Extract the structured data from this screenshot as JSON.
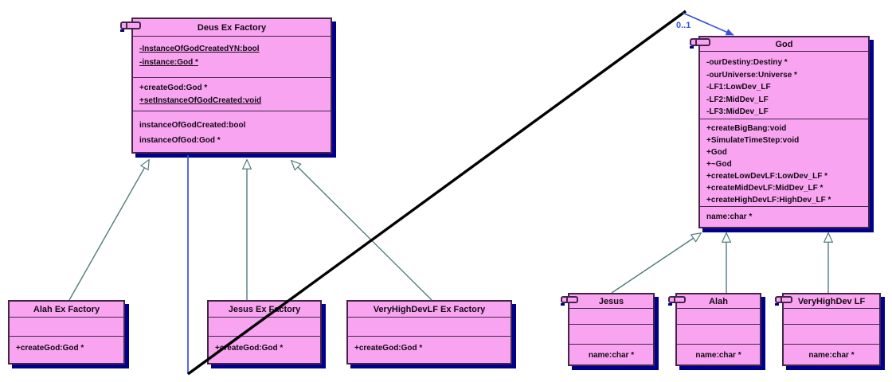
{
  "diagram": {
    "type": "uml-class-diagram",
    "association": {
      "multiplicity": "0..1"
    },
    "classes": {
      "deus_ex_factory": {
        "title": "Deus Ex Factory",
        "attributes": [
          "-InstanceOfGodCreatedYN:bool",
          "-instance:God *"
        ],
        "operations": [
          "+createGod:God *",
          "+setInstanceOfGodCreated:void"
        ],
        "properties": [
          "instanceOfGodCreated:bool",
          "instanceOfGod:God *"
        ]
      },
      "god": {
        "title": "God",
        "attributes": [
          "-ourDestiny:Destiny *",
          "-ourUniverse:Universe *",
          "-LF1:LowDev_LF",
          "-LF2:MidDev_LF",
          "-LF3:MidDev_LF"
        ],
        "operations": [
          "+createBigBang:void",
          "+SimulateTimeStep:void",
          "+God",
          "+~God",
          "+createLowDevLF:LowDev_LF *",
          "+createMidDevLF:MidDev_LF *",
          "+createHighDevLF:HighDev_LF *"
        ],
        "properties": [
          "name:char *"
        ]
      },
      "alah_ex_factory": {
        "title": "Alah Ex Factory",
        "operations": [
          "+createGod:God *"
        ]
      },
      "jesus_ex_factory": {
        "title": "Jesus Ex Factory",
        "operations": [
          "+createGod:God *"
        ]
      },
      "veryhighdevlf_ex_factory": {
        "title": "VeryHighDevLF Ex Factory",
        "operations": [
          "+createGod:God *"
        ]
      },
      "jesus": {
        "title": "Jesus",
        "properties": [
          "name:char *"
        ]
      },
      "alah": {
        "title": "Alah",
        "properties": [
          "name:char *"
        ]
      },
      "veryhighdev_lf": {
        "title": "VeryHighDev LF",
        "properties": [
          "name:char *"
        ]
      }
    },
    "colors": {
      "class_fill": "#f8a4f1",
      "class_border": "#43254a",
      "shadow": "#00008b",
      "inheritance_line": "#527c7c",
      "association_blue": "#3950dd",
      "crossing_line": "#000000"
    }
  }
}
